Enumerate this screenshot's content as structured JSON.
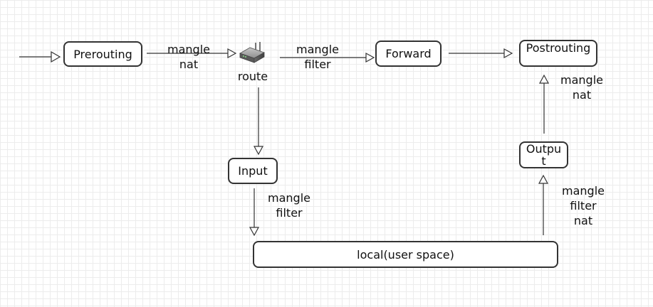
{
  "nodes": {
    "prerouting": "Prerouting",
    "forward": "Forward",
    "postrouting": "Postrouting",
    "input": "Input",
    "output": "Outpu\nt",
    "local": "local(user space)"
  },
  "router": {
    "label": "route",
    "icon": "router-icon"
  },
  "edge_labels": {
    "prerouting_to_route": "mangle\nnat",
    "route_to_forward": "mangle\nfilter",
    "output_to_postrouting": "mangle\nnat",
    "input_to_local": "mangle\nfilter",
    "local_to_output": "mangle\nfilter\nnat"
  },
  "colors": {
    "line": "#333333",
    "grid": "#ececec"
  }
}
